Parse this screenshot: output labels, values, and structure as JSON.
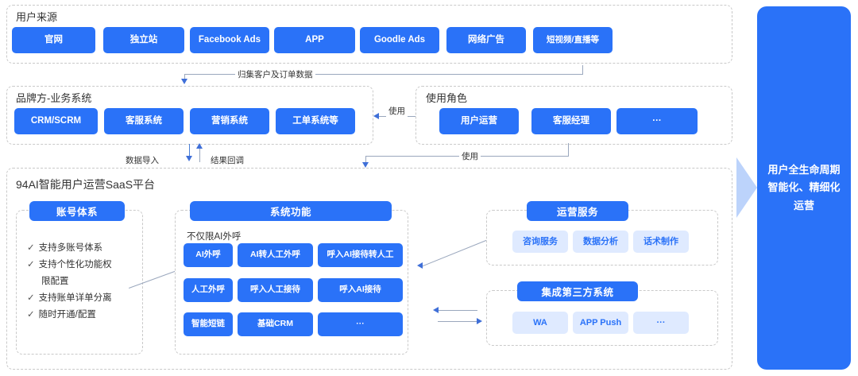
{
  "sections": {
    "user_source": {
      "title": "用户来源",
      "items": [
        "官网",
        "独立站",
        "Facebook Ads",
        "APP",
        "Goodle Ads",
        "网络广告",
        "短视频/直播等"
      ]
    },
    "brand_system": {
      "title": "品牌方-业务系统",
      "items": [
        "CRM/SCRM",
        "客服系统",
        "营销系统",
        "工单系统等"
      ]
    },
    "roles": {
      "title": "使用角色",
      "items": [
        "用户运营",
        "客服经理",
        "···"
      ]
    },
    "platform": {
      "title": "94AI智能用户运营SaaS平台",
      "account": {
        "badge": "账号体系",
        "bullets": [
          "支持多账号体系",
          "支持个性化功能权",
          "限配置",
          "支持账单详单分离",
          "随时开通/配置"
        ],
        "tick": "✓"
      },
      "system_functions": {
        "badge": "系统功能",
        "note": "不仅限AI外呼",
        "items": [
          "AI外呼",
          "AI转人工外呼",
          "呼入AI接待转人工",
          "人工外呼",
          "呼入人工接待",
          "呼入AI接待",
          "智能短链",
          "基础CRM",
          "···"
        ]
      },
      "operation_service": {
        "badge": "运营服务",
        "items": [
          "咨询服务",
          "数据分析",
          "话术制作"
        ]
      },
      "third_party": {
        "badge": "集成第三方系统",
        "items": [
          "WA",
          "APP Push",
          "···"
        ]
      }
    },
    "outcome": {
      "text": "用户全生命周期\n智能化、精细化\n运营",
      "line1": "用户全生命周期",
      "line2": "智能化、精细化",
      "line3": "运营"
    }
  },
  "connectors": {
    "collect": "归集客户及订单数据",
    "data_import": "数据导入",
    "result_callback": "结果回调",
    "use_1": "使用",
    "use_2": "使用"
  },
  "colors": {
    "primary": "#2a72f8",
    "light": "#dfeaff",
    "dash": "#c9c9c9",
    "arrow": "#3f6fd8"
  }
}
